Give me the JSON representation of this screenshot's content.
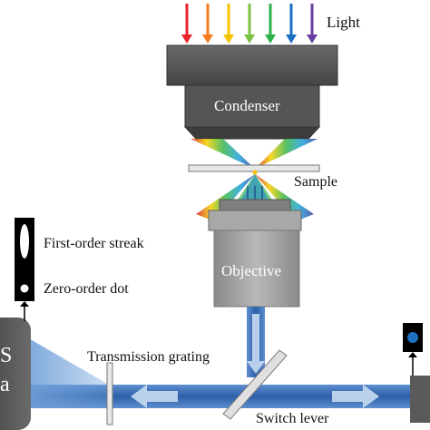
{
  "labels": {
    "light": "Light",
    "condenser": "Condenser",
    "sample": "Sample",
    "objective": "Objective",
    "first_order_streak": "First-order streak",
    "zero_order_dot": "Zero-order dot",
    "transmission_grating": "Transmission grating",
    "switch_lever": "Switch lever",
    "camera_partial_1": "S",
    "camera_partial_2": "a"
  },
  "colors": {
    "light_arrows": [
      "#e8232a",
      "#f47c20",
      "#f5c400",
      "#7cc242",
      "#2bb14a",
      "#1f6fc1",
      "#6a3fa0"
    ],
    "condenser_body": "#505050",
    "objective_body": "#9e9e9e",
    "beam": "#3d6fb5",
    "background": "#ffffff"
  },
  "icons": {
    "left_indicator": "streak-and-dot-indicator",
    "right_indicator": "dot-indicator"
  }
}
